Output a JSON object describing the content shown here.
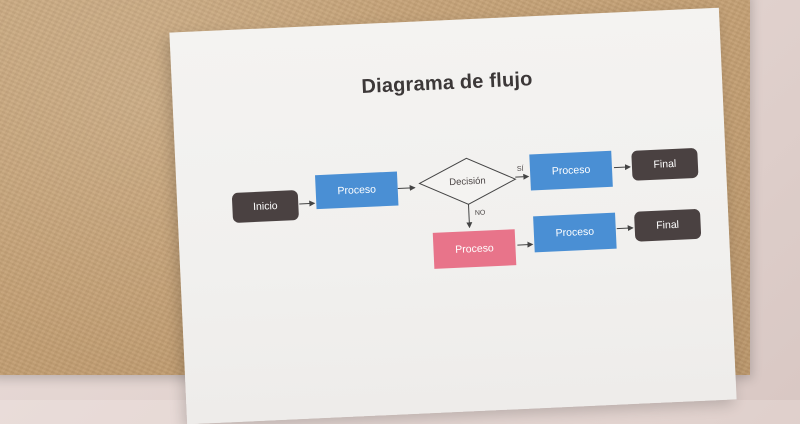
{
  "diagram": {
    "title": "Diagrama de flujo",
    "nodes": {
      "inicio": "Inicio",
      "proceso_1": "Proceso",
      "decision": "Decisión",
      "proceso_si": "Proceso",
      "final_si": "Final",
      "proceso_no": "Proceso",
      "proceso_2": "Proceso",
      "final_no": "Final"
    },
    "edge_labels": {
      "si": "SÍ",
      "no": "NO"
    },
    "colors": {
      "terminal": "#4a4141",
      "process": "#4a8fd4",
      "alternate_process": "#e8748a"
    }
  }
}
